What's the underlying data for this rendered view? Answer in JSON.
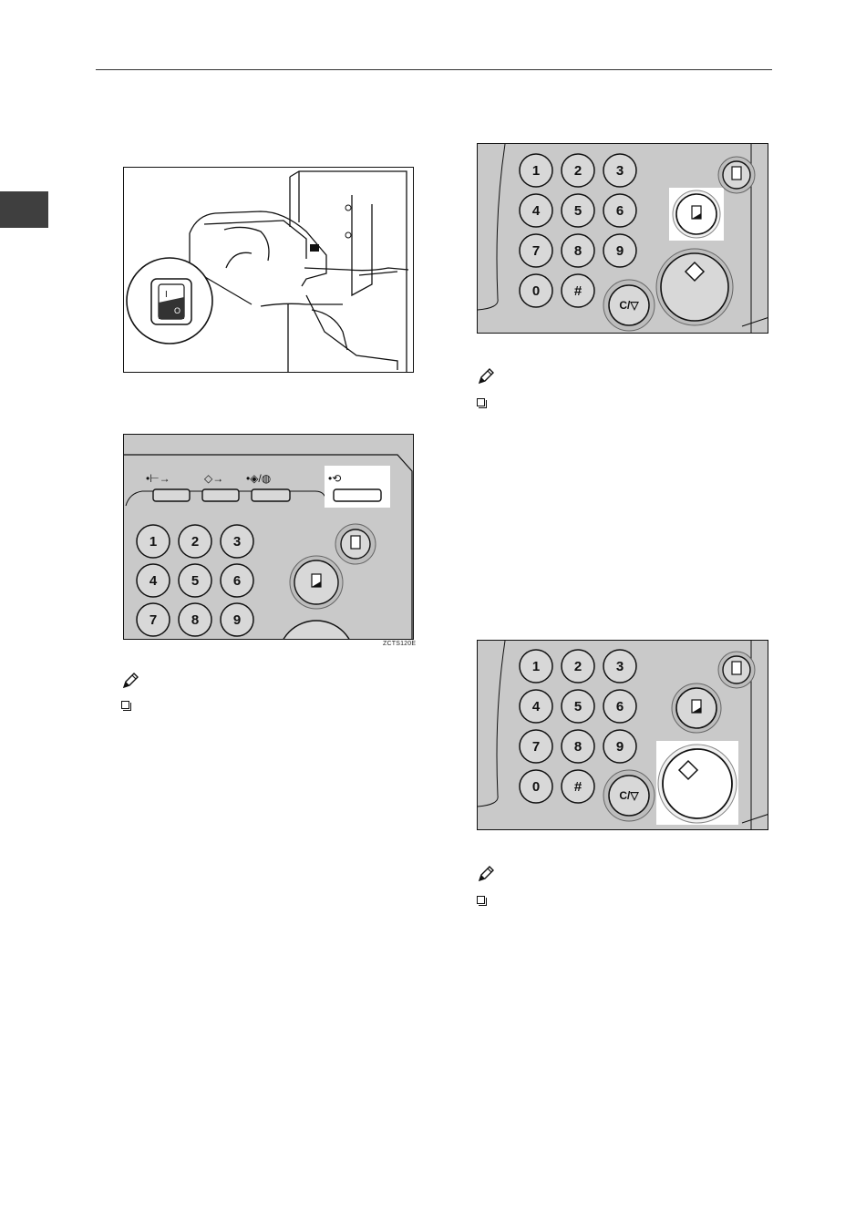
{
  "page": {
    "figure_code": "ZCTS120E",
    "power_switch": {
      "on_mark": "I",
      "off_mark": "O"
    },
    "mode_keys": [
      {
        "name": "mode-key-1",
        "symbol": "•⊢→"
      },
      {
        "name": "mode-key-2",
        "symbol": "◇→"
      },
      {
        "name": "mode-key-3",
        "symbol": "•◈/◍"
      },
      {
        "name": "mode-key-4",
        "symbol": "•⟲"
      }
    ],
    "keypad": {
      "digits": [
        "1",
        "2",
        "3",
        "4",
        "5",
        "6",
        "7",
        "8",
        "9",
        "0",
        "#"
      ],
      "clear_stop_label": "C/▽"
    },
    "accent_colors": {
      "panel_gray": "#c9c9c9",
      "highlight": "#ffffff",
      "chapter_tab": "#3f3f3f"
    }
  }
}
